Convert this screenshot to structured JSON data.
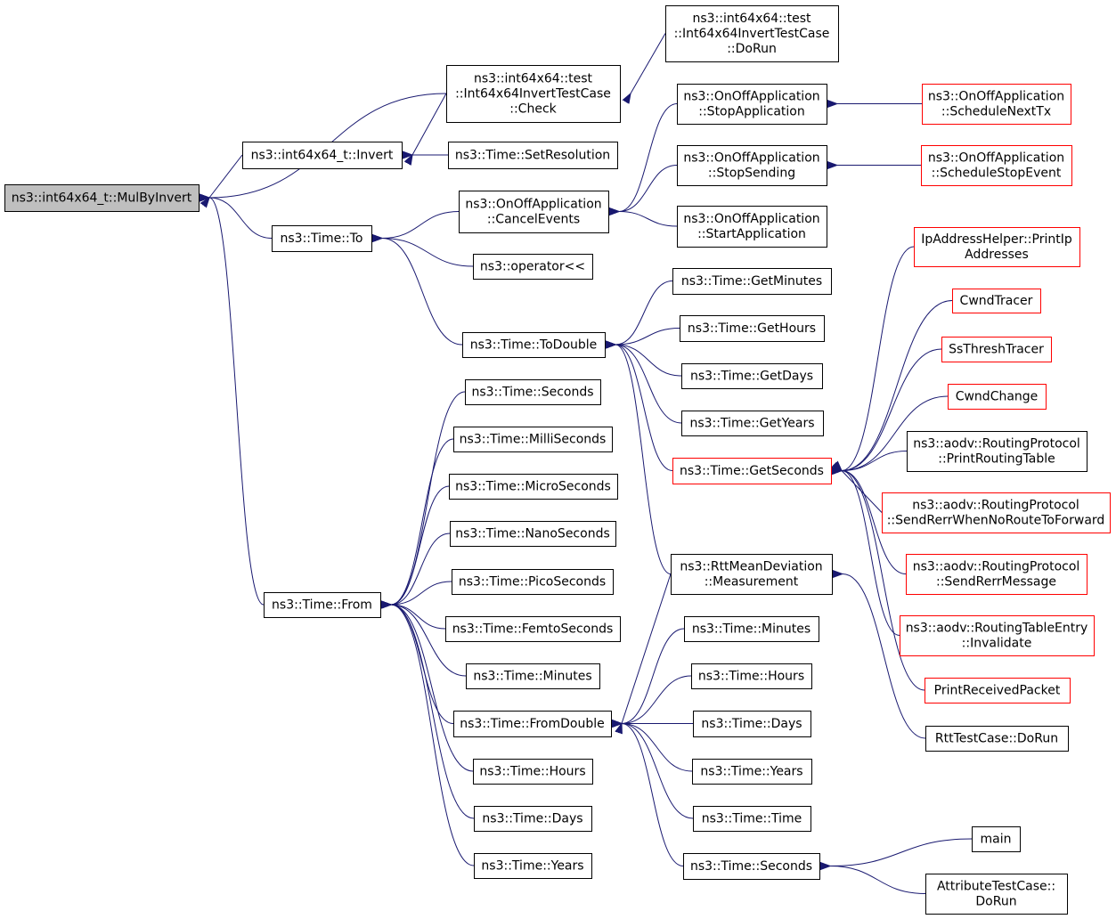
{
  "colors": {
    "edge": "#191970",
    "border_default": "#000000",
    "border_highlight": "#ff0000",
    "root_fill": "#bfbfbf"
  },
  "nodes": [
    {
      "id": "mulbyinvert",
      "lines": [
        "ns3::int64x64_t::MulByInvert"
      ],
      "style": "root"
    },
    {
      "id": "invert",
      "lines": [
        "ns3::int64x64_t::Invert"
      ],
      "style": "normal"
    },
    {
      "id": "check",
      "lines": [
        "ns3::int64x64::test",
        "::Int64x64InvertTestCase",
        "::Check"
      ],
      "style": "normal"
    },
    {
      "id": "dorun1",
      "lines": [
        "ns3::int64x64::test",
        "::Int64x64InvertTestCase",
        "::DoRun"
      ],
      "style": "normal"
    },
    {
      "id": "setres",
      "lines": [
        "ns3::Time::SetResolution"
      ],
      "style": "normal"
    },
    {
      "id": "to",
      "lines": [
        "ns3::Time::To"
      ],
      "style": "normal"
    },
    {
      "id": "cancel",
      "lines": [
        "ns3::OnOffApplication",
        "::CancelEvents"
      ],
      "style": "normal"
    },
    {
      "id": "stopapp",
      "lines": [
        "ns3::OnOffApplication",
        "::StopApplication"
      ],
      "style": "normal"
    },
    {
      "id": "stopsend",
      "lines": [
        "ns3::OnOffApplication",
        "::StopSending"
      ],
      "style": "normal"
    },
    {
      "id": "startapp",
      "lines": [
        "ns3::OnOffApplication",
        "::StartApplication"
      ],
      "style": "normal"
    },
    {
      "id": "schednext",
      "lines": [
        "ns3::OnOffApplication",
        "::ScheduleNextTx"
      ],
      "style": "red"
    },
    {
      "id": "schedstop",
      "lines": [
        "ns3::OnOffApplication",
        "::ScheduleStopEvent"
      ],
      "style": "red"
    },
    {
      "id": "oplt",
      "lines": [
        "ns3::operator<<"
      ],
      "style": "normal"
    },
    {
      "id": "todouble",
      "lines": [
        "ns3::Time::ToDouble"
      ],
      "style": "normal"
    },
    {
      "id": "getmin",
      "lines": [
        "ns3::Time::GetMinutes"
      ],
      "style": "normal"
    },
    {
      "id": "gethours",
      "lines": [
        "ns3::Time::GetHours"
      ],
      "style": "normal"
    },
    {
      "id": "getdays",
      "lines": [
        "ns3::Time::GetDays"
      ],
      "style": "normal"
    },
    {
      "id": "getyears",
      "lines": [
        "ns3::Time::GetYears"
      ],
      "style": "normal"
    },
    {
      "id": "getsec",
      "lines": [
        "ns3::Time::GetSeconds"
      ],
      "style": "red"
    },
    {
      "id": "ipaddr",
      "lines": [
        "IpAddressHelper::PrintIp",
        "Addresses"
      ],
      "style": "red"
    },
    {
      "id": "cwndtracer",
      "lines": [
        "CwndTracer"
      ],
      "style": "red"
    },
    {
      "id": "ssthresh",
      "lines": [
        "SsThreshTracer"
      ],
      "style": "red"
    },
    {
      "id": "cwndchange",
      "lines": [
        "CwndChange"
      ],
      "style": "red"
    },
    {
      "id": "printrt",
      "lines": [
        "ns3::aodv::RoutingProtocol",
        "::PrintRoutingTable"
      ],
      "style": "normal"
    },
    {
      "id": "sendrerrnrtf",
      "lines": [
        "ns3::aodv::RoutingProtocol",
        "::SendRerrWhenNoRouteToForward"
      ],
      "style": "red"
    },
    {
      "id": "sendrerrmsg",
      "lines": [
        "ns3::aodv::RoutingProtocol",
        "::SendRerrMessage"
      ],
      "style": "red"
    },
    {
      "id": "rtinvalidate",
      "lines": [
        "ns3::aodv::RoutingTableEntry",
        "::Invalidate"
      ],
      "style": "red"
    },
    {
      "id": "printrecv",
      "lines": [
        "PrintReceivedPacket"
      ],
      "style": "red"
    },
    {
      "id": "rttdorun",
      "lines": [
        "RttTestCase::DoRun"
      ],
      "style": "normal"
    },
    {
      "id": "rttmeas",
      "lines": [
        "ns3::RttMeanDeviation",
        "::Measurement"
      ],
      "style": "normal"
    },
    {
      "id": "seconds1",
      "lines": [
        "ns3::Time::Seconds"
      ],
      "style": "normal"
    },
    {
      "id": "milli",
      "lines": [
        "ns3::Time::MilliSeconds"
      ],
      "style": "normal"
    },
    {
      "id": "micro",
      "lines": [
        "ns3::Time::MicroSeconds"
      ],
      "style": "normal"
    },
    {
      "id": "nano",
      "lines": [
        "ns3::Time::NanoSeconds"
      ],
      "style": "normal"
    },
    {
      "id": "pico",
      "lines": [
        "ns3::Time::PicoSeconds"
      ],
      "style": "normal"
    },
    {
      "id": "femto",
      "lines": [
        "ns3::Time::FemtoSeconds"
      ],
      "style": "normal"
    },
    {
      "id": "minutes1",
      "lines": [
        "ns3::Time::Minutes"
      ],
      "style": "normal"
    },
    {
      "id": "from",
      "lines": [
        "ns3::Time::From"
      ],
      "style": "normal"
    },
    {
      "id": "fromdouble",
      "lines": [
        "ns3::Time::FromDouble"
      ],
      "style": "normal"
    },
    {
      "id": "hours1",
      "lines": [
        "ns3::Time::Hours"
      ],
      "style": "normal"
    },
    {
      "id": "days1",
      "lines": [
        "ns3::Time::Days"
      ],
      "style": "normal"
    },
    {
      "id": "years1",
      "lines": [
        "ns3::Time::Years"
      ],
      "style": "normal"
    },
    {
      "id": "minutes2",
      "lines": [
        "ns3::Time::Minutes"
      ],
      "style": "normal"
    },
    {
      "id": "hours2",
      "lines": [
        "ns3::Time::Hours"
      ],
      "style": "normal"
    },
    {
      "id": "days2",
      "lines": [
        "ns3::Time::Days"
      ],
      "style": "normal"
    },
    {
      "id": "years2",
      "lines": [
        "ns3::Time::Years"
      ],
      "style": "normal"
    },
    {
      "id": "time",
      "lines": [
        "ns3::Time::Time"
      ],
      "style": "normal"
    },
    {
      "id": "seconds2",
      "lines": [
        "ns3::Time::Seconds"
      ],
      "style": "normal"
    },
    {
      "id": "main",
      "lines": [
        "main"
      ],
      "style": "normal"
    },
    {
      "id": "attrdorun",
      "lines": [
        "AttributeTestCase::",
        "DoRun"
      ],
      "style": "normal"
    }
  ],
  "edges": [
    {
      "from": "invert",
      "to": "mulbyinvert"
    },
    {
      "from": "check",
      "to": "mulbyinvert"
    },
    {
      "from": "to",
      "to": "mulbyinvert"
    },
    {
      "from": "from",
      "to": "mulbyinvert"
    },
    {
      "from": "check",
      "to": "invert"
    },
    {
      "from": "setres",
      "to": "invert"
    },
    {
      "from": "dorun1",
      "to": "check"
    },
    {
      "from": "cancel",
      "to": "to"
    },
    {
      "from": "oplt",
      "to": "to"
    },
    {
      "from": "todouble",
      "to": "to"
    },
    {
      "from": "stopapp",
      "to": "cancel"
    },
    {
      "from": "stopsend",
      "to": "cancel"
    },
    {
      "from": "startapp",
      "to": "cancel"
    },
    {
      "from": "schednext",
      "to": "stopapp"
    },
    {
      "from": "schedstop",
      "to": "stopsend"
    },
    {
      "from": "getmin",
      "to": "todouble"
    },
    {
      "from": "gethours",
      "to": "todouble"
    },
    {
      "from": "getdays",
      "to": "todouble"
    },
    {
      "from": "getyears",
      "to": "todouble"
    },
    {
      "from": "getsec",
      "to": "todouble"
    },
    {
      "from": "rttmeas",
      "to": "todouble"
    },
    {
      "from": "ipaddr",
      "to": "getsec"
    },
    {
      "from": "cwndtracer",
      "to": "getsec"
    },
    {
      "from": "ssthresh",
      "to": "getsec"
    },
    {
      "from": "cwndchange",
      "to": "getsec"
    },
    {
      "from": "printrt",
      "to": "getsec"
    },
    {
      "from": "sendrerrnrtf",
      "to": "getsec"
    },
    {
      "from": "sendrerrmsg",
      "to": "getsec"
    },
    {
      "from": "rtinvalidate",
      "to": "getsec"
    },
    {
      "from": "printrecv",
      "to": "getsec"
    },
    {
      "from": "rttdorun",
      "to": "rttmeas"
    },
    {
      "from": "seconds1",
      "to": "from"
    },
    {
      "from": "milli",
      "to": "from"
    },
    {
      "from": "micro",
      "to": "from"
    },
    {
      "from": "nano",
      "to": "from"
    },
    {
      "from": "pico",
      "to": "from"
    },
    {
      "from": "femto",
      "to": "from"
    },
    {
      "from": "minutes1",
      "to": "from"
    },
    {
      "from": "fromdouble",
      "to": "from"
    },
    {
      "from": "hours1",
      "to": "from"
    },
    {
      "from": "days1",
      "to": "from"
    },
    {
      "from": "years1",
      "to": "from"
    },
    {
      "from": "rttmeas",
      "to": "fromdouble"
    },
    {
      "from": "minutes2",
      "to": "fromdouble"
    },
    {
      "from": "hours2",
      "to": "fromdouble"
    },
    {
      "from": "days2",
      "to": "fromdouble"
    },
    {
      "from": "years2",
      "to": "fromdouble"
    },
    {
      "from": "time",
      "to": "fromdouble"
    },
    {
      "from": "seconds2",
      "to": "fromdouble"
    },
    {
      "from": "main",
      "to": "seconds2"
    },
    {
      "from": "attrdorun",
      "to": "seconds2"
    }
  ]
}
